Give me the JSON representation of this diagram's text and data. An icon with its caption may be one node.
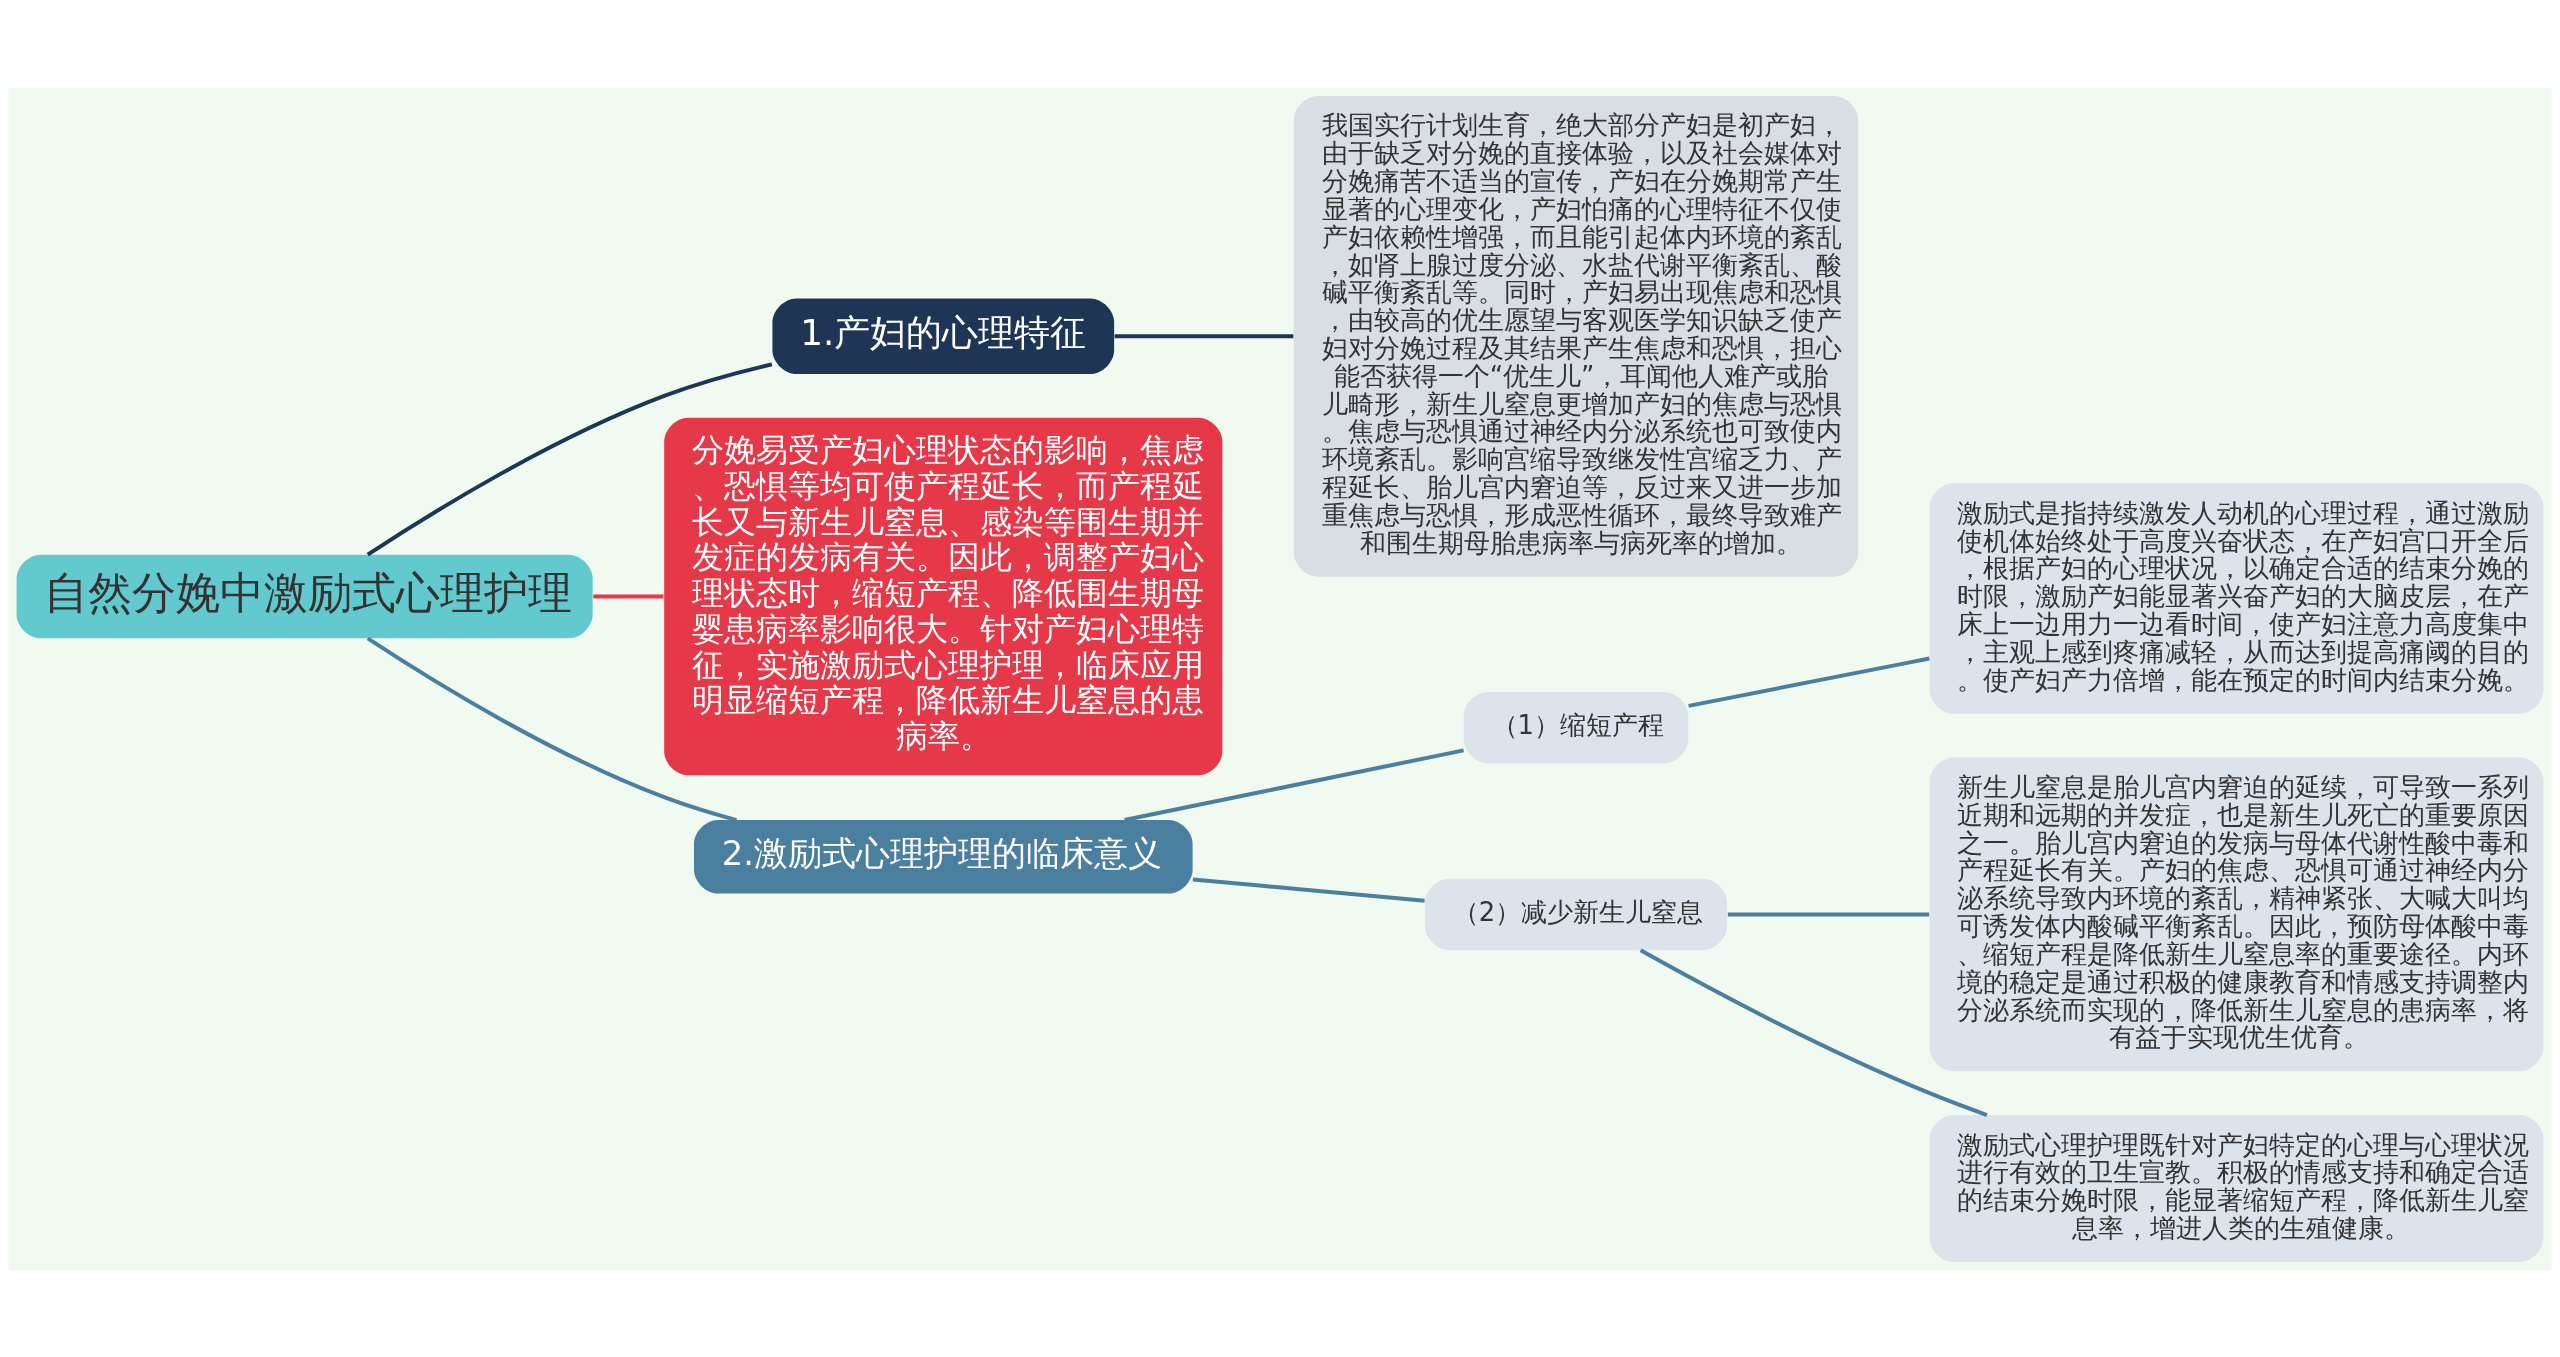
{
  "diagram": {
    "nodes": [
      {
        "text": [
          "自然分娩中激励式心理护理"
        ]
      },
      {
        "text": [
          "1.产妇的心理特征"
        ]
      },
      {
        "text": [
          "我国实行计划生育，绝大部分产妇是初产妇，由于缺乏对分娩的直接体验，以及社会媒体对分娩痛苦不适当的宣传，产妇在分娩期常产生显著的心理变化，产妇怕痛的心理特征不仅使产妇依赖性增强，而且能引起体内环境的紊乱，如肾上腺过度分泌、水盐代谢平衡紊乱、酸碱平衡紊乱等。同时，产妇易出现焦虑和恐惧，由较高的优生愿望与客观医学知识缺乏使产妇对分娩过程及其结果产生焦虑和恐惧，担心能否获得一个“优生儿”，耳闻他人难产或胎儿畸形，新生儿窒息更增加产妇的焦虑与恐惧。焦虑与恐惧通过神经内分泌系统也可致使内环境紊乱。影响宫缩导致继发性宫缩乏力、产程延长、胎儿宫内窘迫等，反过来又进一步加重焦虑与恐惧，形成恶性循环，最终导致难产和围生期母胎患病率与病死率的增加。"
        ]
      },
      {
        "text": [
          "分娩易受产妇心理状态的影响，焦虑、恐惧等均可使产程延长，而产程延长又与新生儿窒息、感染等围生期并发症的发病有关。因此，调整产妇心理状态时，缩短产程、降低围生期母婴患病率影响很大。针对产妇心理特征，实施激励式心理护理，临床应用明显缩短产程，降低新生儿窒息的患病率。"
        ]
      },
      {
        "text": [
          "2.激励式心理护理的临床意义"
        ]
      },
      {
        "text": [
          "（1）缩短产程"
        ]
      },
      {
        "text": [
          "激励式是指持续激发人动机的心理过程，通过激励使机体始终处于高度兴奋状态，在产妇宫口开全后，根据产妇的心理状况，以确定合适的结束分娩的时限，激励产妇能显著兴奋产妇的大脑皮层，在产床上一边用力一边看时间，使产妇注意力高度集中，主观上感到疼痛减轻，从而达到提高痛阈的目的。使产妇产力倍增，能在预定的时间内结束分娩。"
        ]
      },
      {
        "text": [
          "（2）减少新生儿窒息"
        ]
      },
      {
        "text": [
          "新生儿窒息是胎儿宫内窘迫的延续，可导致一系列近期和远期的并发症，也是新生儿死亡的重要原因之一。胎儿宫内窘迫的发病与母体代谢性酸中毒和产程延长有关。产妇的焦虑、恐惧可通过神经内分泌系统导致内环境的紊乱，精神紧张、大喊大叫均可诱发体内酸碱平衡紊乱。因此，预防母体酸中毒、缩短产程是降低新生儿窒息率的重要途径。内环境的稳定是通过积极的健康教育和情感支持调整内分泌系统而实现的，降低新生儿窒息的患病率，将有益于实现优生优育。"
        ]
      },
      {
        "text": [
          "激励式心理护理既针对产妇特定的心理与心理状况进行有效的卫生宣教。积极的情感支持和确定合适的结束分娩时限，能显著缩短产程，降低新生儿窒息率，增进人类的生殖健康。"
        ]
      }
    ],
    "edges": [
      {
        "from": 0,
        "to": 1,
        "arrow": "none",
        "color": "#1e3556"
      },
      {
        "from": 1,
        "to": 2,
        "arrow": "none",
        "color": "#1e3556"
      },
      {
        "from": 0,
        "to": 3,
        "arrow": "none",
        "color": "#e5394a"
      },
      {
        "from": 0,
        "to": 4,
        "arrow": "none"
      },
      {
        "from": 4,
        "to": 5,
        "arrow": "none"
      },
      {
        "from": 5,
        "to": 6,
        "arrow": "none"
      },
      {
        "from": 4,
        "to": 7,
        "arrow": "none"
      },
      {
        "from": 7,
        "to": 8,
        "arrow": "none"
      },
      {
        "from": 7,
        "to": 9,
        "arrow": "none"
      }
    ]
  }
}
